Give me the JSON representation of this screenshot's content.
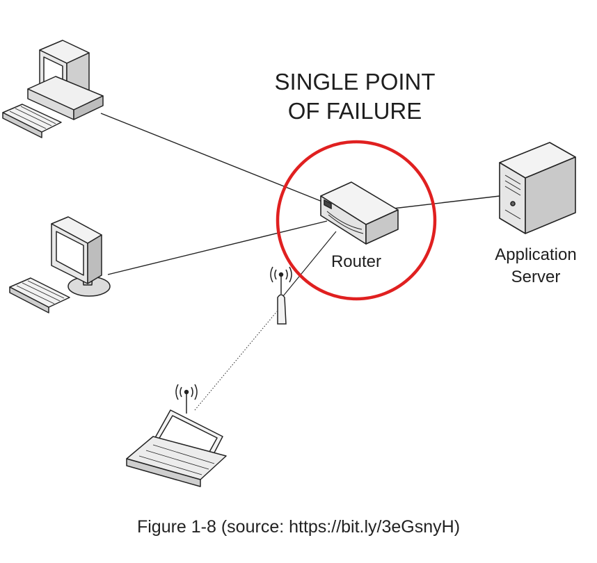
{
  "title": {
    "line1": "SINGLE POINT",
    "line2": "OF FAILURE"
  },
  "nodes": {
    "router": {
      "label": "Router",
      "icon": "router-icon"
    },
    "server": {
      "label_line1": "Application",
      "label_line2": "Server",
      "icon": "server-tower-icon"
    },
    "desktop": {
      "icon": "desktop-computer-icon"
    },
    "monitor": {
      "icon": "monitor-workstation-icon"
    },
    "access_point": {
      "icon": "wireless-access-point-icon"
    },
    "laptop": {
      "icon": "wireless-laptop-icon"
    }
  },
  "links": [
    {
      "from": "desktop",
      "to": "router",
      "style": "solid"
    },
    {
      "from": "monitor",
      "to": "router",
      "style": "solid"
    },
    {
      "from": "router",
      "to": "server",
      "style": "solid"
    },
    {
      "from": "access_point",
      "to": "router",
      "style": "solid"
    },
    {
      "from": "laptop",
      "to": "access_point",
      "style": "dotted"
    }
  ],
  "highlight": {
    "color": "#e02020",
    "target": "router"
  },
  "caption": "Figure 1-8 (source: https://bit.ly/3eGsnyH)"
}
